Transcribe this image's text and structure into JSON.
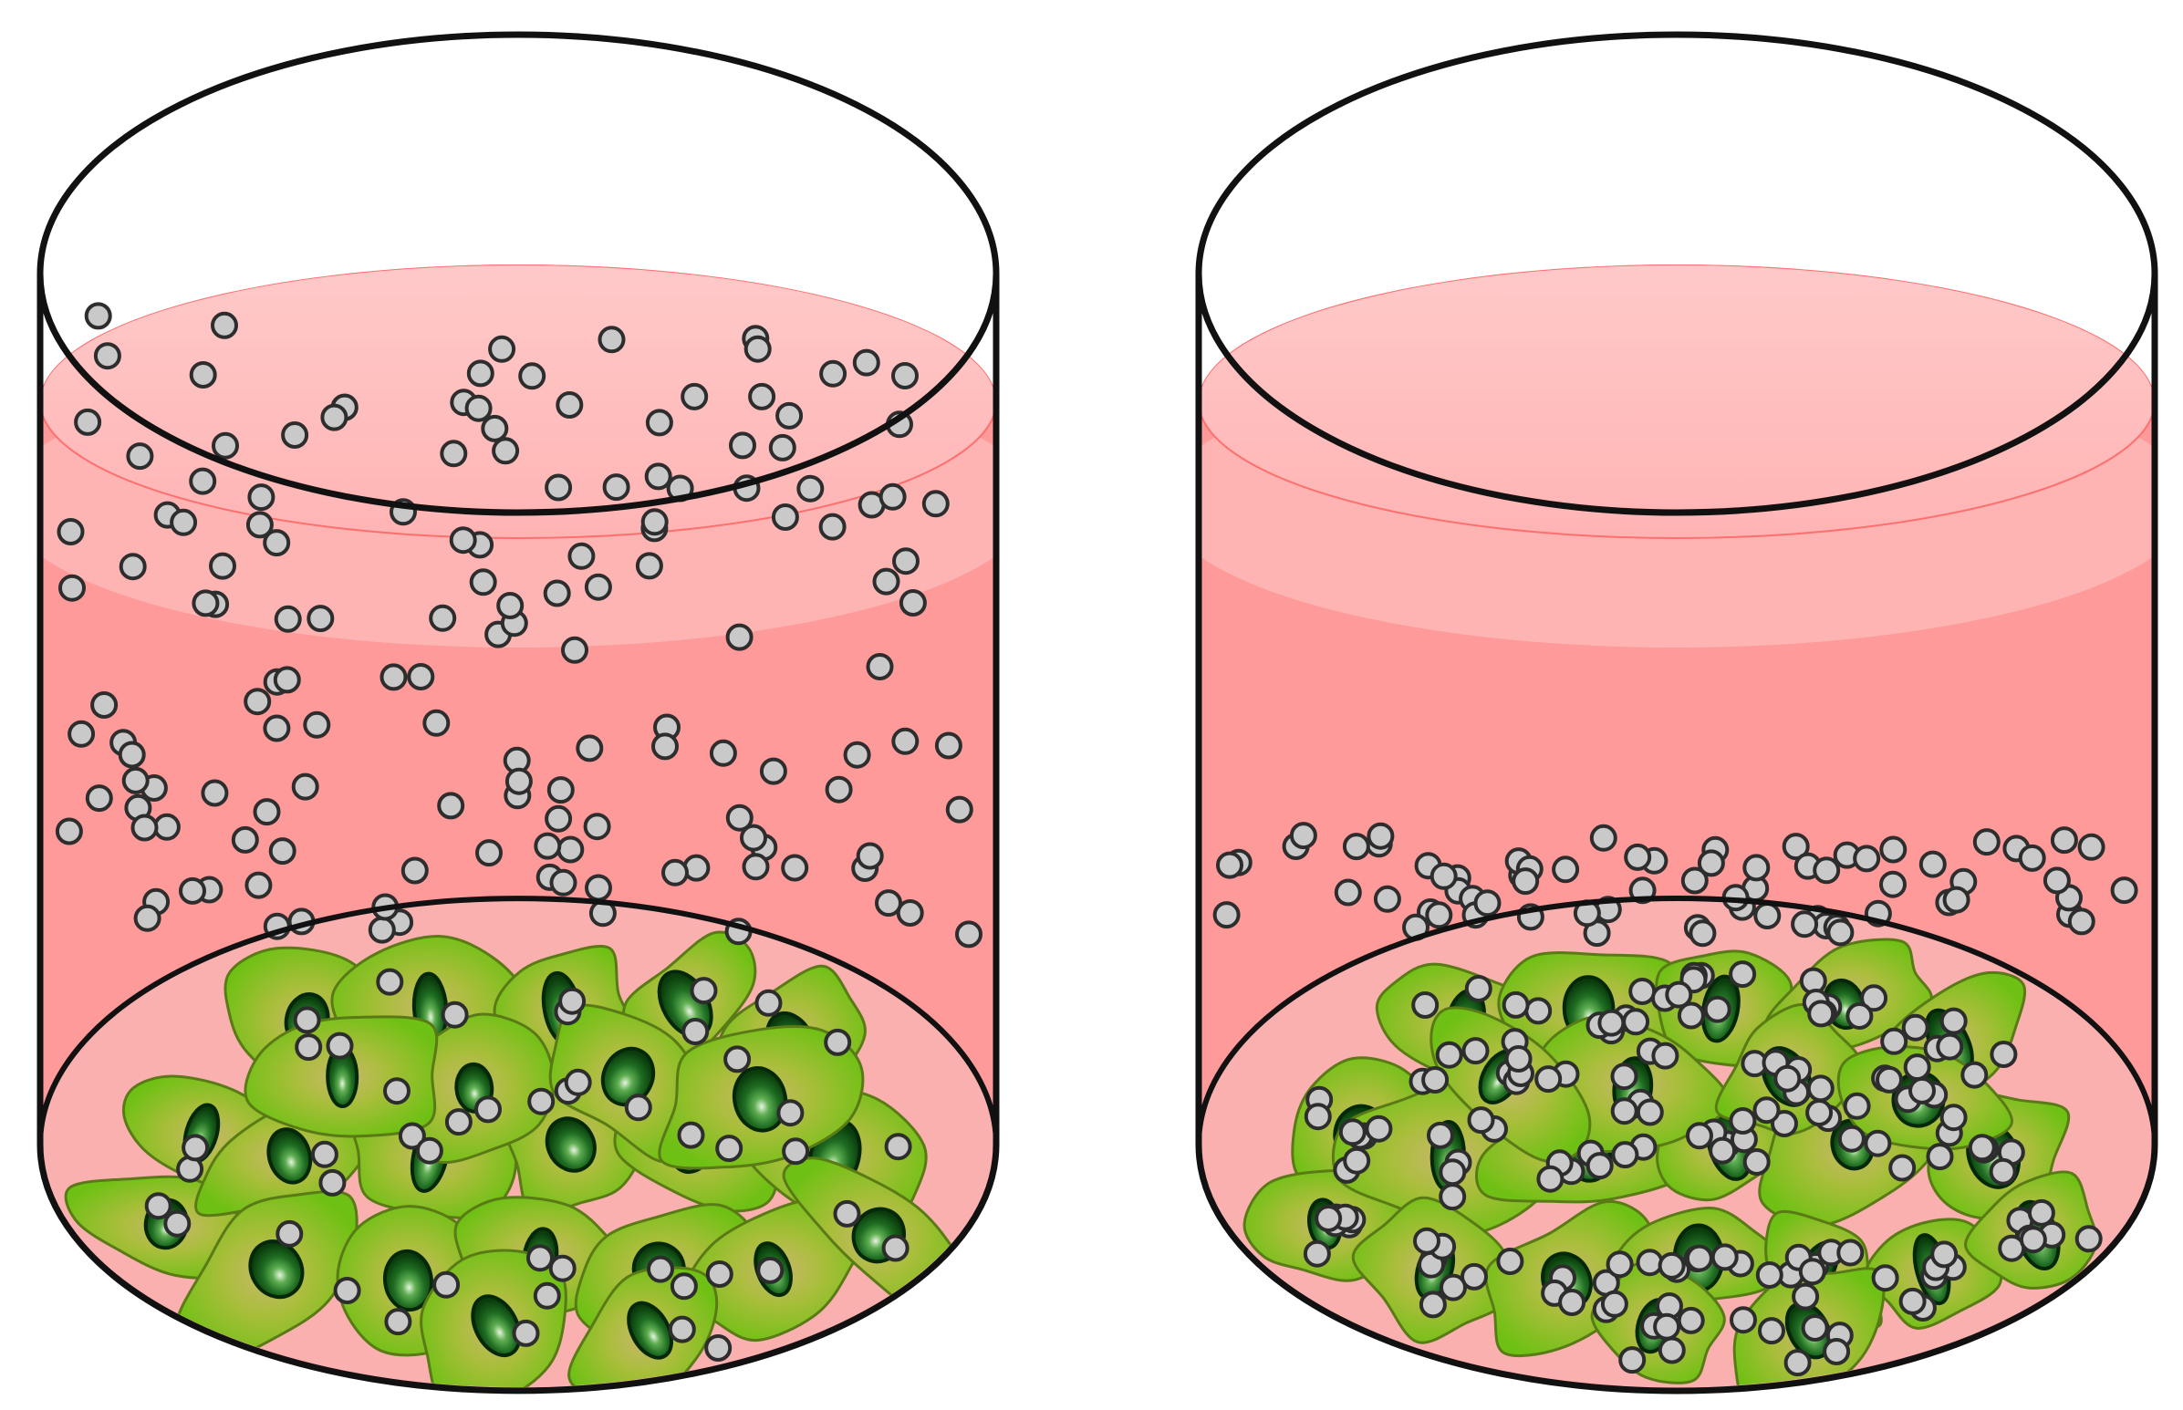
{
  "colors": {
    "background": "#ffffff",
    "outline": "#111111",
    "medium_body": "#ff9a9a",
    "medium_highlight": "#ffb9b9",
    "medium_surface": "#ffc4c4",
    "medium_edge": "#ff6e6e",
    "floor": "#fbb0b0",
    "cell_outer": "#78c21a",
    "cell_inner": "#b8b85e",
    "cell_border": "#5a7a16",
    "nucleus_dark": "#0d4a0d",
    "nucleus_mid": "#1f7d2a",
    "nucleus_light": "#dff2d8",
    "particle_fill": "#c9c9c9",
    "particle_stroke": "#2d2d2d"
  },
  "panels": [
    {
      "id": "dispersed",
      "cell_count": 28,
      "suspended_particle_count": 150,
      "particles_on_cells": "sparse"
    },
    {
      "id": "settled",
      "cell_count": 24,
      "suspended_particle_count": 70,
      "particles_on_cells": "dense"
    }
  ],
  "icons": {
    "container": "cylinder-beaker-icon",
    "cell": "adherent-cell-icon",
    "particle": "nanoparticle-icon"
  }
}
